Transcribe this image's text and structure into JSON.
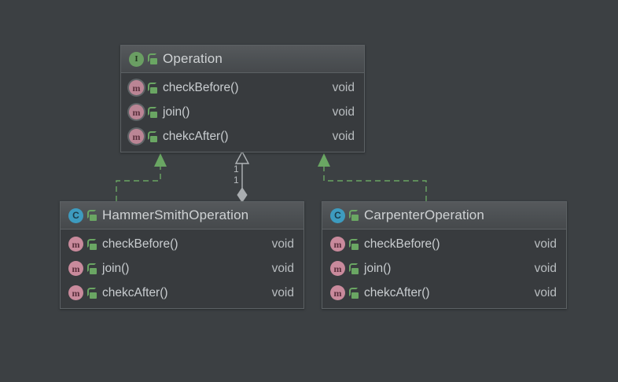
{
  "diagram": {
    "type": "uml-class-diagram",
    "background_color": "#3c4043",
    "nodes": [
      {
        "id": "operation",
        "kind": "interface",
        "kind_icon": "interface-icon",
        "kind_letter": "I",
        "visibility_icon": "unlocked-padlock-icon",
        "name": "Operation",
        "members": [
          {
            "icon": "method-icon",
            "icon_letter": "m",
            "visibility_icon": "unlocked-padlock-icon",
            "name": "checkBefore()",
            "type": "void"
          },
          {
            "icon": "method-icon",
            "icon_letter": "m",
            "visibility_icon": "unlocked-padlock-icon",
            "name": "join()",
            "type": "void"
          },
          {
            "icon": "method-icon",
            "icon_letter": "m",
            "visibility_icon": "unlocked-padlock-icon",
            "name": "chekcAfter()",
            "type": "void"
          }
        ]
      },
      {
        "id": "hammersmith",
        "kind": "class",
        "kind_icon": "class-icon",
        "kind_letter": "C",
        "visibility_icon": "unlocked-padlock-icon",
        "name": "HammerSmithOperation",
        "members": [
          {
            "icon": "method-icon",
            "icon_letter": "m",
            "visibility_icon": "unlocked-padlock-icon",
            "name": "checkBefore()",
            "type": "void"
          },
          {
            "icon": "method-icon",
            "icon_letter": "m",
            "visibility_icon": "unlocked-padlock-icon",
            "name": "join()",
            "type": "void"
          },
          {
            "icon": "method-icon",
            "icon_letter": "m",
            "visibility_icon": "unlocked-padlock-icon",
            "name": "chekcAfter()",
            "type": "void"
          }
        ]
      },
      {
        "id": "carpenter",
        "kind": "class",
        "kind_icon": "class-icon",
        "kind_letter": "C",
        "visibility_icon": "unlocked-padlock-icon",
        "name": "CarpenterOperation",
        "members": [
          {
            "icon": "method-icon",
            "icon_letter": "m",
            "visibility_icon": "unlocked-padlock-icon",
            "name": "checkBefore()",
            "type": "void"
          },
          {
            "icon": "method-icon",
            "icon_letter": "m",
            "visibility_icon": "unlocked-padlock-icon",
            "name": "join()",
            "type": "void"
          },
          {
            "icon": "method-icon",
            "icon_letter": "m",
            "visibility_icon": "unlocked-padlock-icon",
            "name": "chekcAfter()",
            "type": "void"
          }
        ]
      }
    ],
    "edges": [
      {
        "id": "realize-hammersmith",
        "type": "realization",
        "style": "dashed",
        "color": "#6aa663",
        "arrowhead": "filled-triangle",
        "from": "hammersmith",
        "to": "operation"
      },
      {
        "id": "realize-carpenter",
        "type": "realization",
        "style": "dashed",
        "color": "#6aa663",
        "arrowhead": "filled-triangle",
        "from": "carpenter",
        "to": "operation"
      },
      {
        "id": "aggregation-center",
        "type": "aggregation",
        "style": "solid",
        "color": "#b0b4b7",
        "arrowhead": "hollow-triangle",
        "tail": "diamond",
        "from": "hammersmith",
        "to": "operation",
        "source_multiplicity": "1",
        "target_multiplicity": "1"
      }
    ]
  }
}
